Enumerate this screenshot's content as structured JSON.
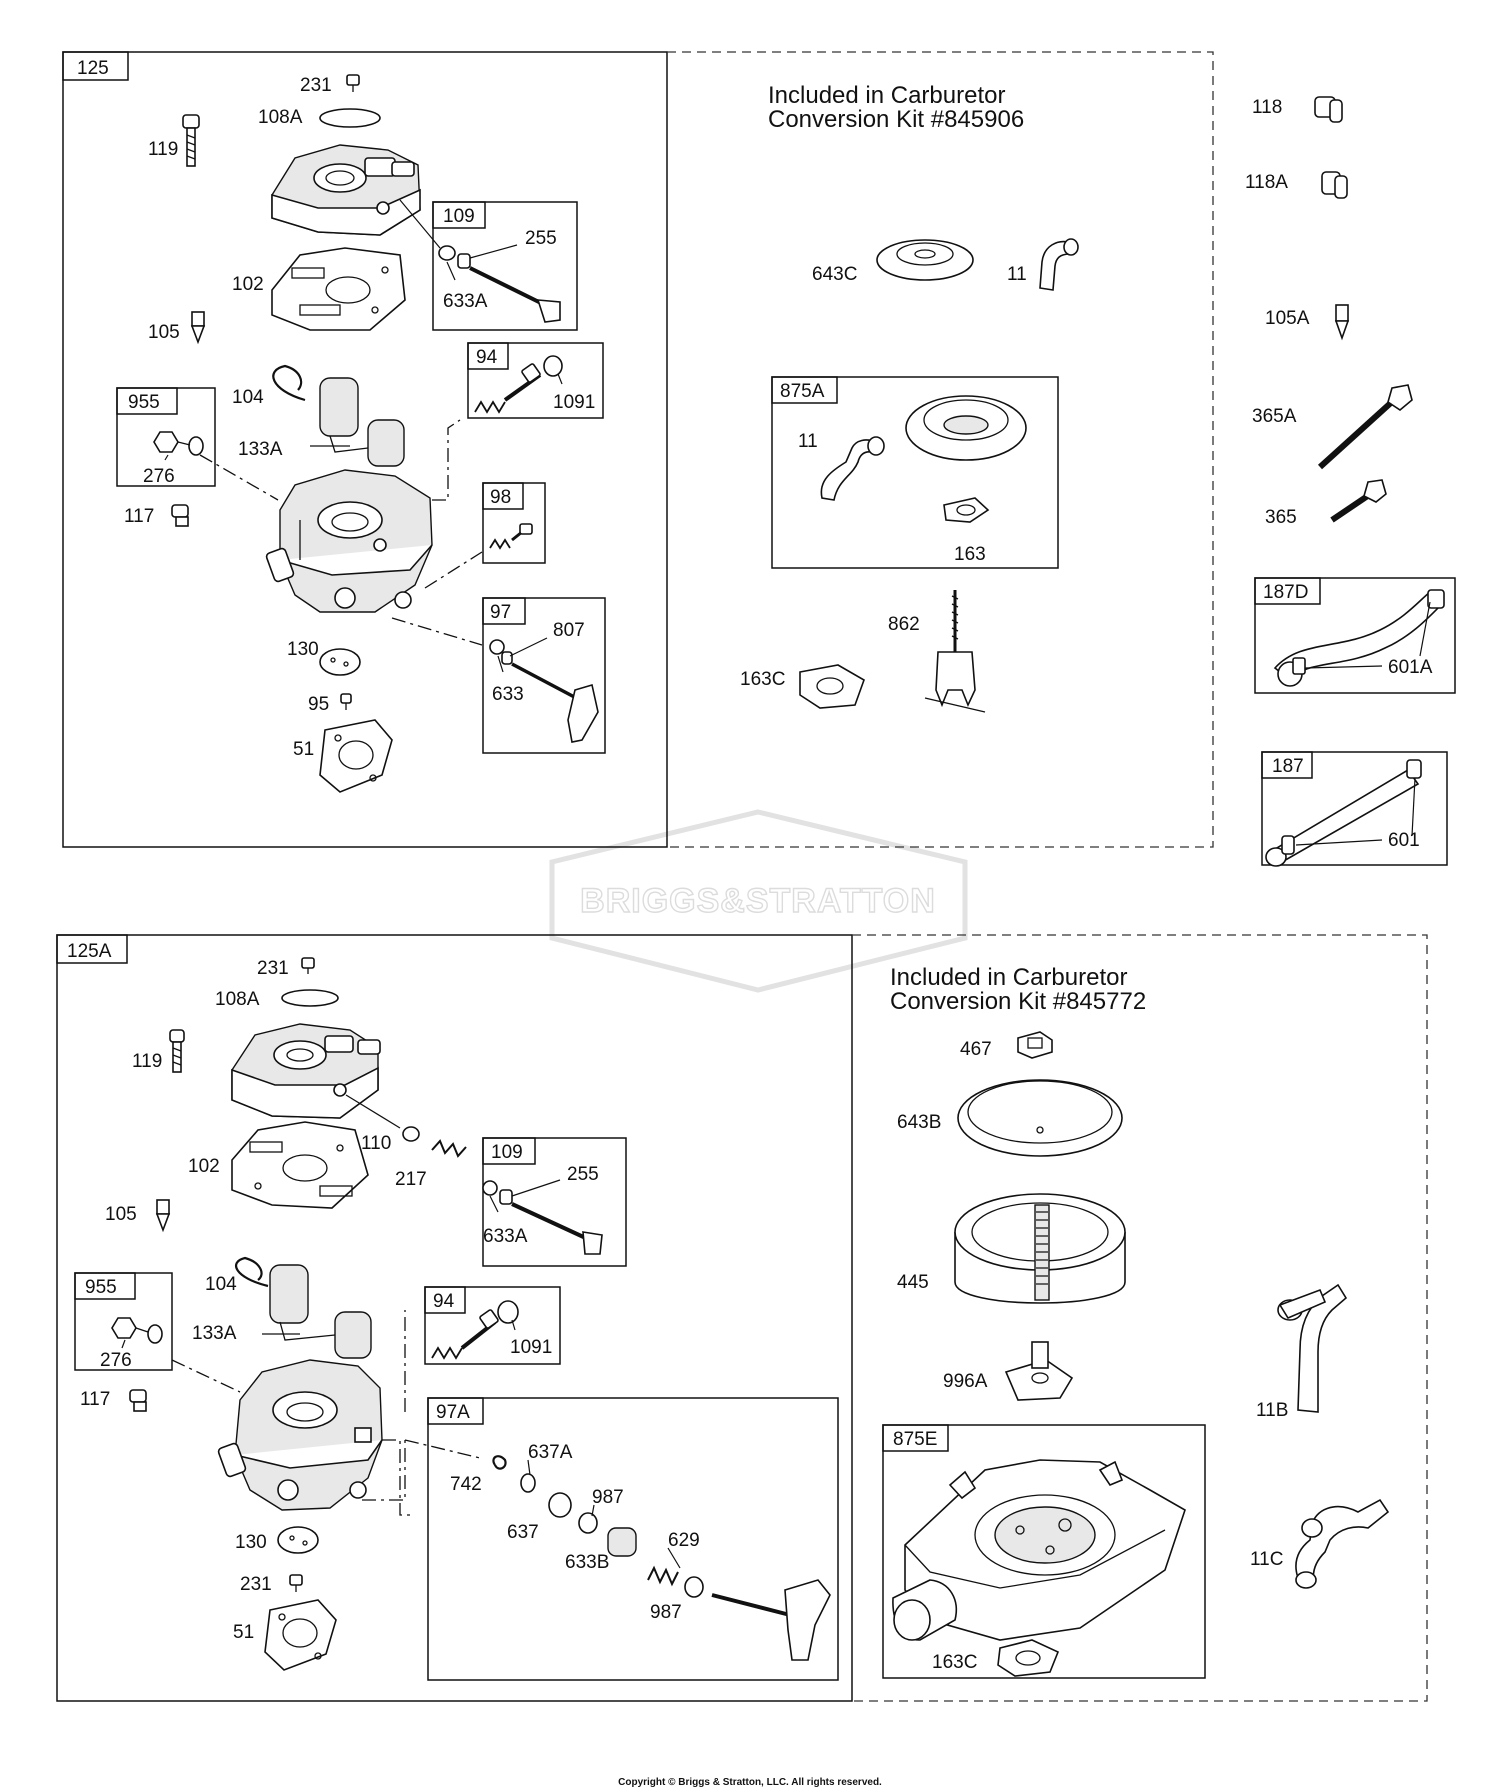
{
  "watermark": {
    "brand": "BRIGGS&STRATTON"
  },
  "footer": {
    "copyright": "Copyright © Briggs & Stratton, LLC. All rights reserved."
  },
  "kits": {
    "top_line1": "Included in Carburetor",
    "top_line2": "Conversion Kit #845906",
    "bottom_line1": "Included in Carburetor",
    "bottom_line2": "Conversion Kit #845772"
  },
  "boxes": {
    "b125": "125",
    "b109": "109",
    "b94": "94",
    "b955": "955",
    "b98": "98",
    "b97": "97",
    "b875A": "875A",
    "b187D": "187D",
    "b187": "187",
    "b125A": "125A",
    "b109b": "109",
    "b94b": "94",
    "b955b": "955",
    "b97A": "97A",
    "b875E": "875E"
  },
  "labels": {
    "t231": "231",
    "t108A": "108A",
    "t119": "119",
    "t102": "102",
    "t105": "105",
    "t255": "255",
    "t633A": "633A",
    "t104": "104",
    "t1091": "1091",
    "t133A": "133A",
    "t276": "276",
    "t117": "117",
    "t130": "130",
    "t95": "95",
    "t51": "51",
    "t807": "807",
    "t633": "633",
    "k643C": "643C",
    "k11": "11",
    "k11b": "11",
    "k163": "163",
    "k862": "862",
    "k163C": "163C",
    "r118": "118",
    "r118A": "118A",
    "r105A": "105A",
    "r365A": "365A",
    "r365": "365",
    "r601A": "601A",
    "r601": "601",
    "u231": "231",
    "u108A": "108A",
    "u119": "119",
    "u110": "110",
    "u217": "217",
    "u102": "102",
    "u105": "105",
    "u255": "255",
    "u633A": "633A",
    "u104": "104",
    "u133A": "133A",
    "u1091": "1091",
    "u276": "276",
    "u117": "117",
    "u130": "130",
    "u231b": "231",
    "u51": "51",
    "u637A": "637A",
    "u742": "742",
    "u637": "637",
    "u987": "987",
    "u633B": "633B",
    "u629": "629",
    "u987b": "987",
    "v467": "467",
    "v643B": "643B",
    "v445": "445",
    "v996A": "996A",
    "v163C": "163C",
    "v11B": "11B",
    "v11C": "11C"
  }
}
